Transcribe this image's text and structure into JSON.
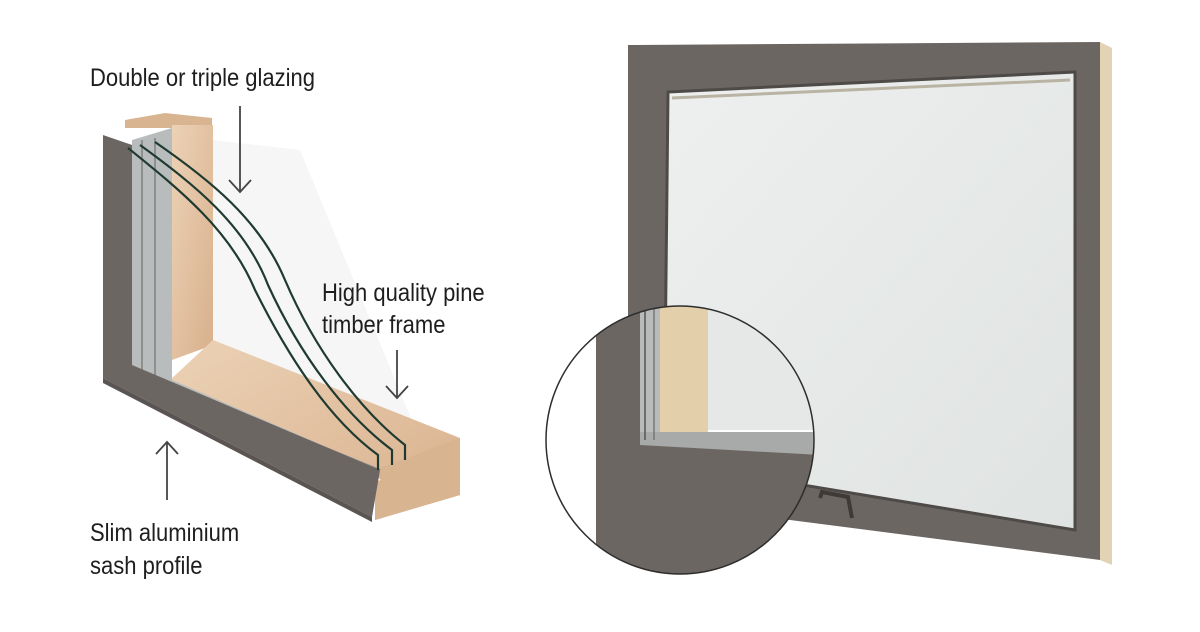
{
  "labels": {
    "glazing": "Double or triple glazing",
    "timber_line1": "High quality pine",
    "timber_line2": "timber frame",
    "aluminium_line1": "Slim aluminium",
    "aluminium_line2": "sash profile"
  },
  "colors": {
    "aluminium": "#6b6662",
    "timber": "#e4c4a4",
    "glass": "#e6e8e6",
    "glass_line": "#1f3a30",
    "text": "#1e1e1e"
  }
}
